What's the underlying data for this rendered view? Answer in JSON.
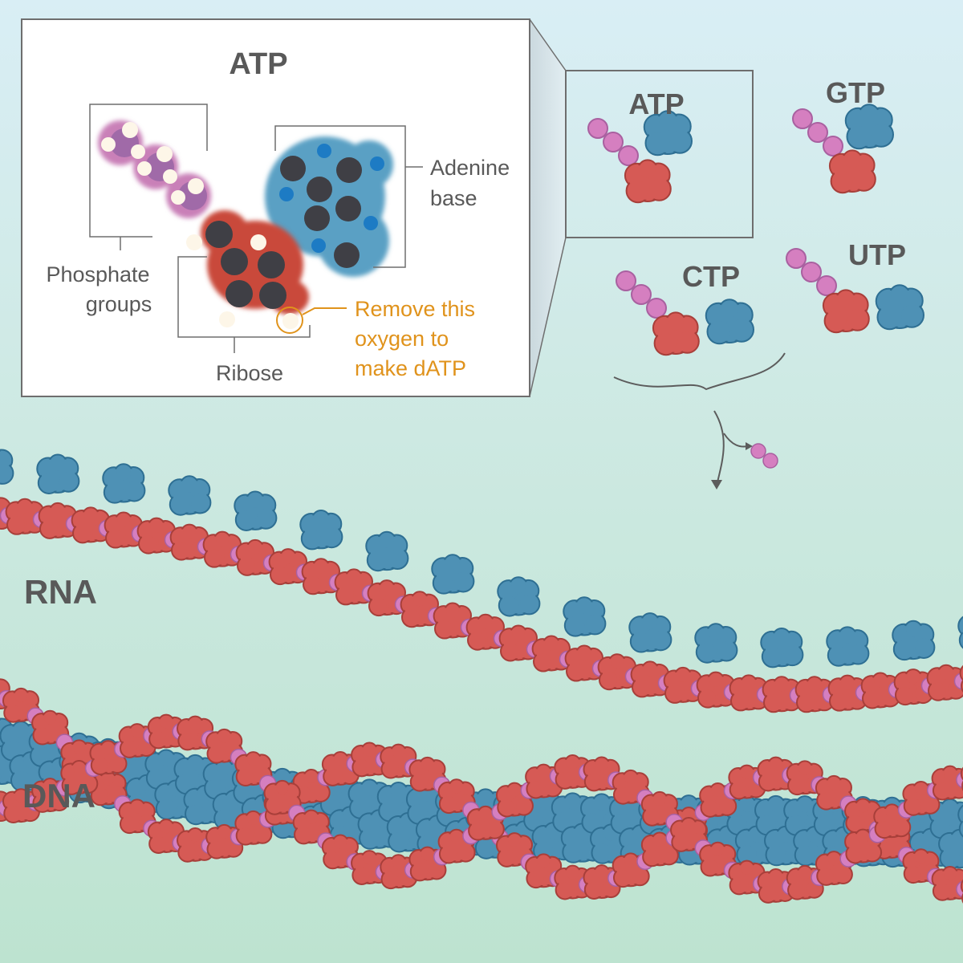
{
  "inset": {
    "title": "ATP",
    "phosphate_label": [
      "Phosphate",
      "groups"
    ],
    "ribose_label": "Ribose",
    "adenine_label": [
      "Adenine",
      "base"
    ],
    "callout": [
      "Remove this",
      "oxygen to",
      "make dATP"
    ]
  },
  "nucleotides": {
    "atp": "ATP",
    "gtp": "GTP",
    "ctp": "CTP",
    "utp": "UTP"
  },
  "strands": {
    "rna": "RNA",
    "dna": "DNA"
  },
  "colors": {
    "phosphate": "#d57fc0",
    "ribose": "#d65a55",
    "base": "#4e91b5",
    "callout": "#e0931c",
    "text": "#595959"
  },
  "icons": {
    "phosphate_group": "pink-blob",
    "ribose_sugar": "red-blob",
    "nucleobase": "blue-blob",
    "arrow": "curved-arrow"
  }
}
